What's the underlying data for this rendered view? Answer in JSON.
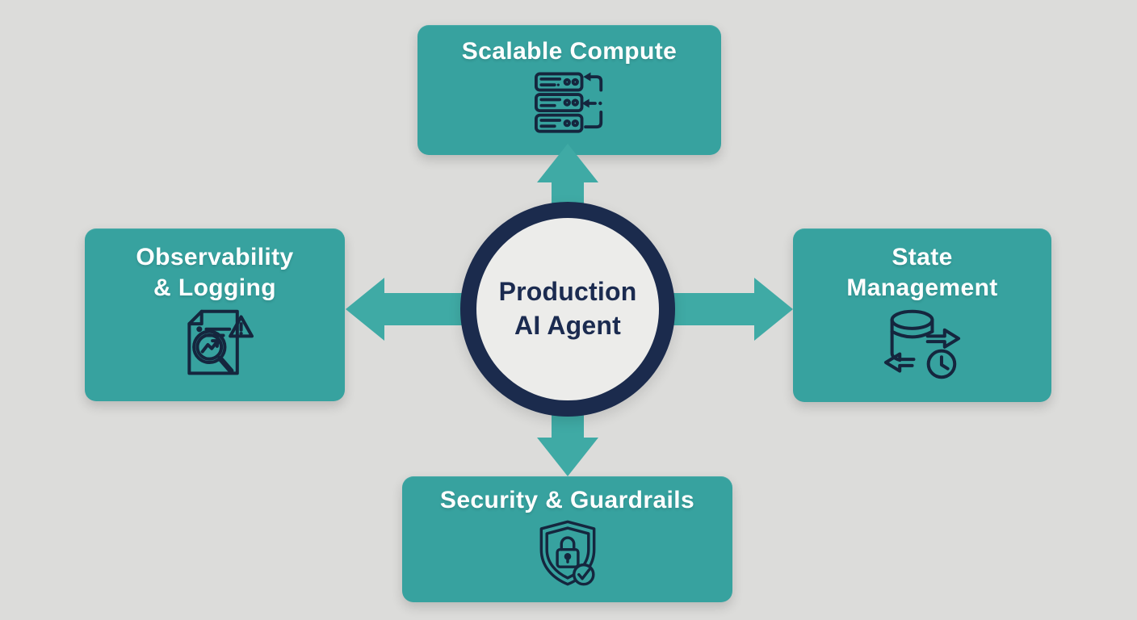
{
  "diagram": {
    "type": "hub-and-spoke",
    "colors": {
      "background": "#dcdcda",
      "node_fill": "#37a29f",
      "arrow_fill": "#3faaa5",
      "hub_ring": "#1b2b4d",
      "hub_fill": "#ececea",
      "node_text": "#ffffff",
      "hub_text": "#1b2b50",
      "icon_stroke": "#15263e"
    },
    "center": {
      "line1": "Production",
      "line2": "AI Agent"
    },
    "nodes": {
      "top": {
        "label": "Scalable Compute",
        "icon": "server-stack-sync-icon"
      },
      "right": {
        "label": "State\nManagement",
        "icon": "database-sync-clock-icon"
      },
      "bottom": {
        "label": "Security & Guardrails",
        "icon": "shield-lock-check-icon"
      },
      "left": {
        "label": "Observability\n& Logging",
        "icon": "log-search-alert-icon"
      }
    },
    "arrows": [
      {
        "from": "center",
        "to": "top",
        "direction": "up"
      },
      {
        "from": "center",
        "to": "right",
        "direction": "right"
      },
      {
        "from": "center",
        "to": "bottom",
        "direction": "down"
      },
      {
        "from": "center",
        "to": "left",
        "direction": "left"
      }
    ]
  }
}
